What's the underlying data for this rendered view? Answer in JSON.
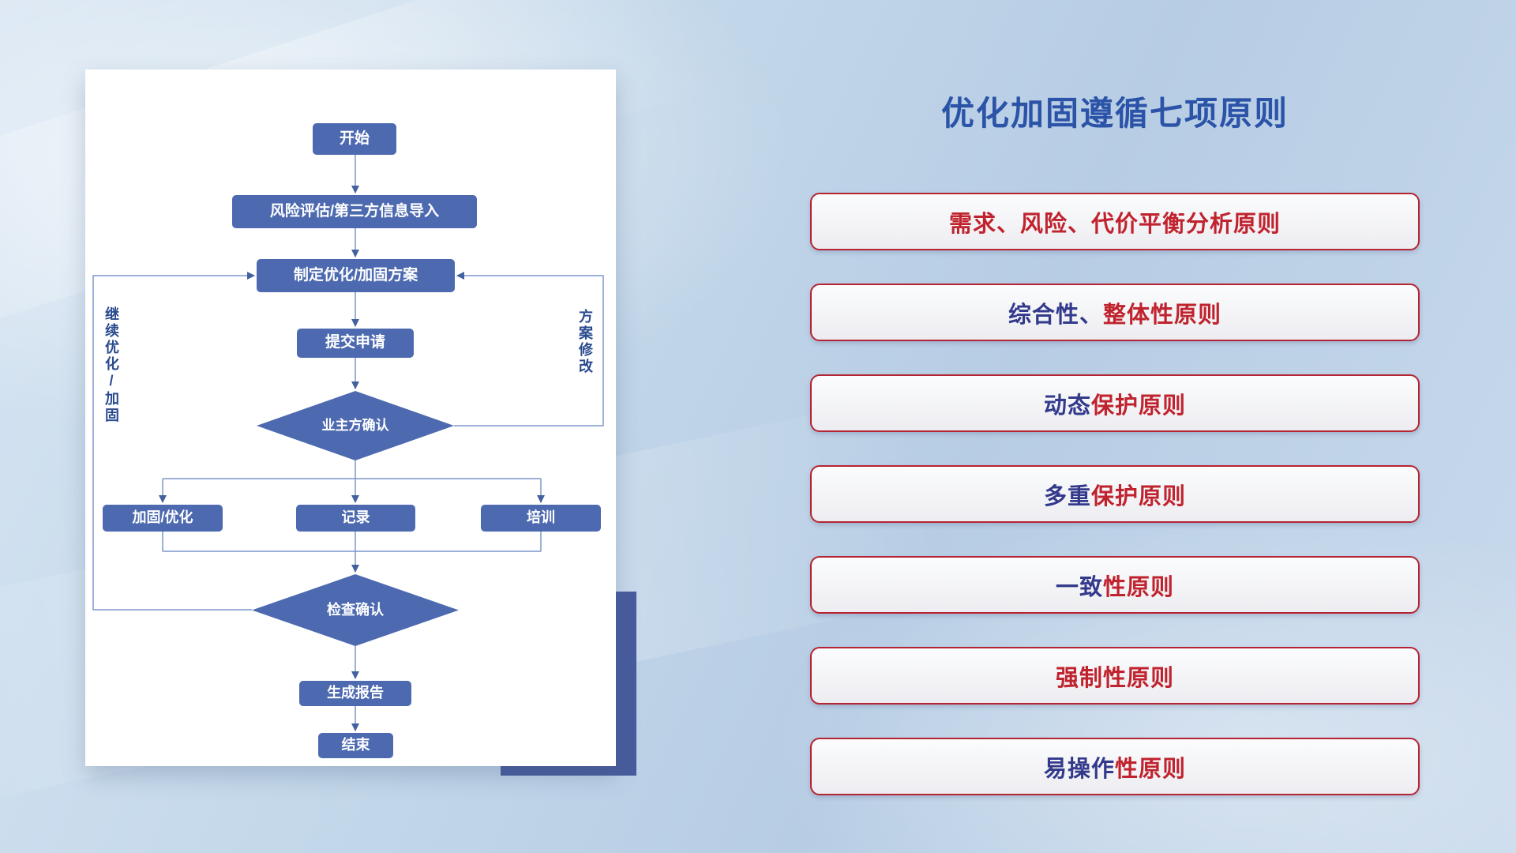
{
  "title": "优化加固遵循七项原则",
  "flowchart": {
    "nodes": {
      "start": "开始",
      "risk_import": "风险评估/第三方信息导入",
      "make_plan": "制定优化/加固方案",
      "submit": "提交申请",
      "owner_confirm": "业主方确认",
      "reinforce": "加固/优化",
      "record": "记录",
      "training": "培训",
      "check_confirm": "检查确认",
      "report": "生成报告",
      "end": "结束"
    },
    "loop_labels": {
      "left": "继续优化/加固",
      "right": "方案修改"
    }
  },
  "principles": [
    {
      "prefix": "",
      "suffix": "需求、风险、代价平衡分析原则"
    },
    {
      "prefix": "综合性、",
      "suffix": "整体性原则"
    },
    {
      "prefix": "动态",
      "suffix": "保护原则"
    },
    {
      "prefix": "多重",
      "suffix": "保护原则"
    },
    {
      "prefix": "一致",
      "suffix": "性原则"
    },
    {
      "prefix": "",
      "suffix": "强制性原则"
    },
    {
      "prefix": "易操作",
      "suffix": "性原则"
    }
  ],
  "colors": {
    "title_blue": "#2b53a8",
    "node_blue": "#4d6ab0",
    "connector_blue": "#7b97cb",
    "principle_red": "#c0232e",
    "principle_navy": "#333a8c",
    "offset_block_navy": "#485c9d"
  }
}
